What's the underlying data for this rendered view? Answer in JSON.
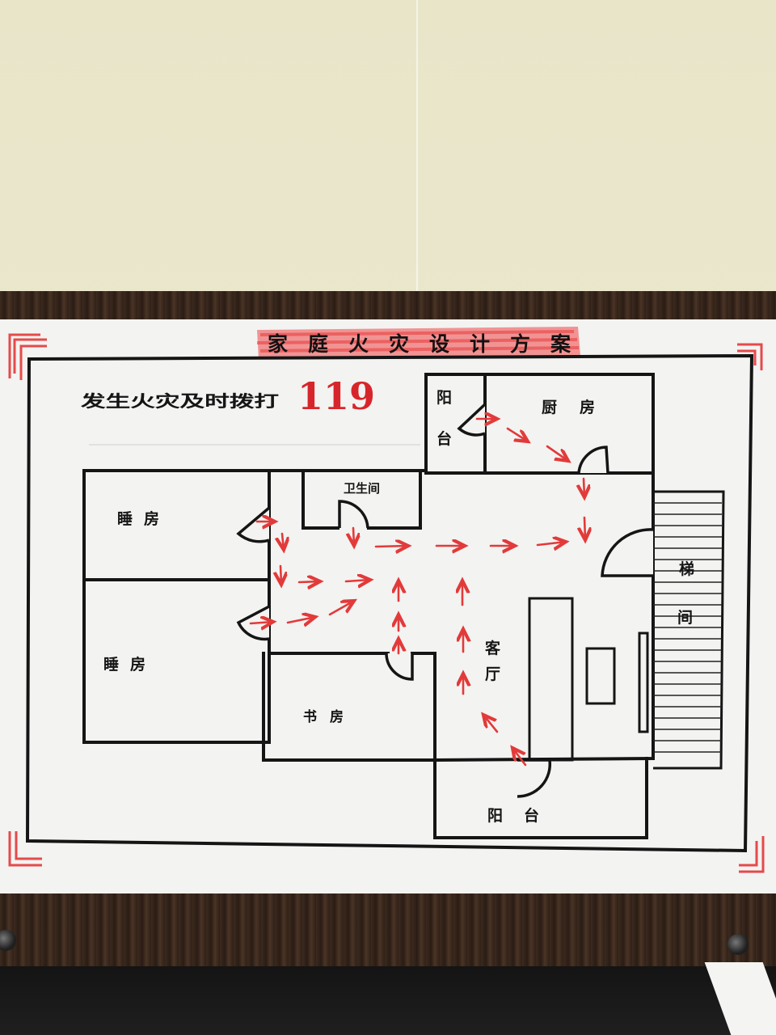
{
  "title": "家庭火灾设计方案",
  "title_chars": [
    "家",
    "庭",
    "火",
    "灾",
    "设",
    "计",
    "方",
    "案"
  ],
  "note": {
    "text": "发生火灾及时拨打",
    "number": "119"
  },
  "rooms": {
    "balcony_top": "阳台",
    "balcony_top_chars": [
      "阳",
      "台"
    ],
    "kitchen": "厨房",
    "bathroom": "卫生间",
    "bedroom_1": "睡房",
    "bedroom_2": "睡房",
    "stairs": "梯间",
    "stairs_chars": [
      "梯",
      "间"
    ],
    "living_room": "客厅",
    "living_room_chars": [
      "客",
      "厅"
    ],
    "study": "书房",
    "balcony_bottom": "阳台"
  },
  "colors": {
    "route": "#e23a3a",
    "walls": "#151515",
    "number": "#d7262b",
    "title_highlight": "#ee5a5a",
    "paper": "#f3f3f1"
  }
}
